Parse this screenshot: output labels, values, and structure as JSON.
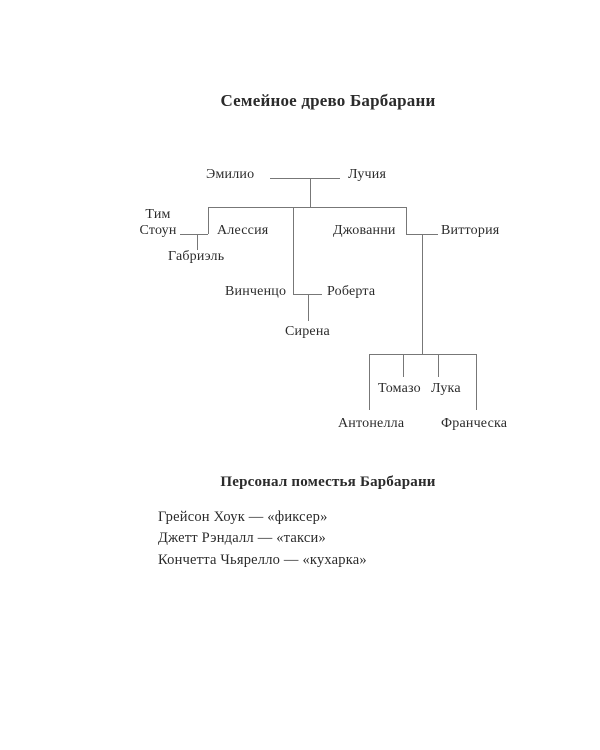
{
  "title": "Семейное древо Барбарани",
  "tree": {
    "people": {
      "emilio": "Эмилио",
      "lucia": "Лучия",
      "tim_stoun": "Тим Стоун",
      "alessia": "Алессия",
      "gabriel": "Габриэль",
      "giovanni": "Джованни",
      "vittoria": "Виттория",
      "vincenzo": "Винченцо",
      "roberta": "Роберта",
      "sirena": "Сирена",
      "tomazo": "Томазо",
      "luka": "Лука",
      "antonella": "Антонелла",
      "francheska": "Франческа"
    }
  },
  "staff": {
    "heading": "Персонал поместья Барбарани",
    "items": [
      "Грейсон Хоук — «фиксер»",
      "Джетт Рэндалл — «такси»",
      "Кончетта Чьярелло — «кухарка»"
    ]
  }
}
